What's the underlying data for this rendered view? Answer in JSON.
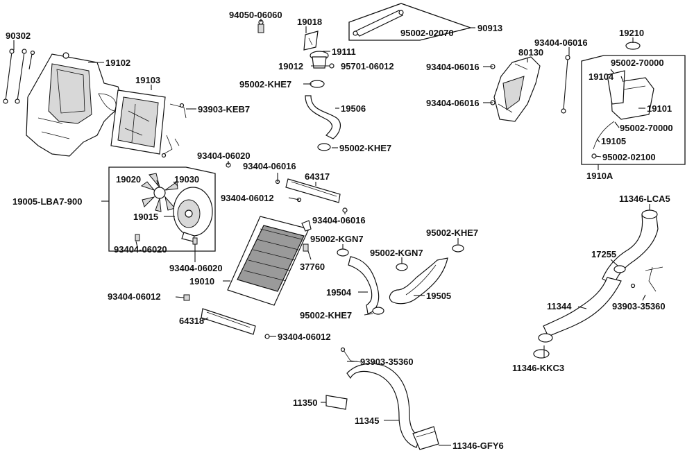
{
  "labels": {
    "l90302": "90302",
    "l19102": "19102",
    "l19103": "19103",
    "l93903KEB7": "93903-KEB7",
    "l9405006060": "94050-06060",
    "l19018": "19018",
    "l19111": "19111",
    "l19012": "19012",
    "l9570106012": "95701-06012",
    "l95002KHE7a": "95002-KHE7",
    "l19506": "19506",
    "l95002KHE7b": "95002-KHE7",
    "l9500202070": "95002-02070",
    "l90913": "90913",
    "l80130": "80130",
    "l9340406016a": "93404-06016",
    "l9340406016b": "93404-06016",
    "l9340406016c": "93404-06016",
    "l19210": "19210",
    "l9500270000a": "95002-70000",
    "l19104": "19104",
    "l19101": "19101",
    "l9500270000b": "95002-70000",
    "l19105": "19105",
    "l9500202100": "95002-02100",
    "l1910A": "1910A",
    "l9340406020a": "93404-06020",
    "l9340406016d": "93404-06016",
    "l64317": "64317",
    "l9340406012a": "93404-06012",
    "l19020": "19020",
    "l19030": "19030",
    "l19005": "19005-LBA7-900",
    "l19015": "19015",
    "l9340406020b": "93404-06020",
    "l9340406020c": "93404-06020",
    "l9340406016e": "93404-06016",
    "l95002KGN7a": "95002-KGN7",
    "l37760": "37760",
    "l19010": "19010",
    "l95002KHE7c": "95002-KHE7",
    "l95002KGN7b": "95002-KGN7",
    "l19504": "19504",
    "l19505": "19505",
    "l95002KHE7d": "95002-KHE7",
    "l9340406012b": "93404-06012",
    "l64318": "64318",
    "l9340406012c": "93404-06012",
    "l9390335360a": "93903-35360",
    "l11350": "11350",
    "l11345": "11345",
    "l11346GFY6": "11346-GFY6",
    "l11346LCA5": "11346-LCA5",
    "l17255": "17255",
    "l11344": "11344",
    "l9390335360b": "93903-35360",
    "l11346KKC3": "11346-KKC3"
  }
}
